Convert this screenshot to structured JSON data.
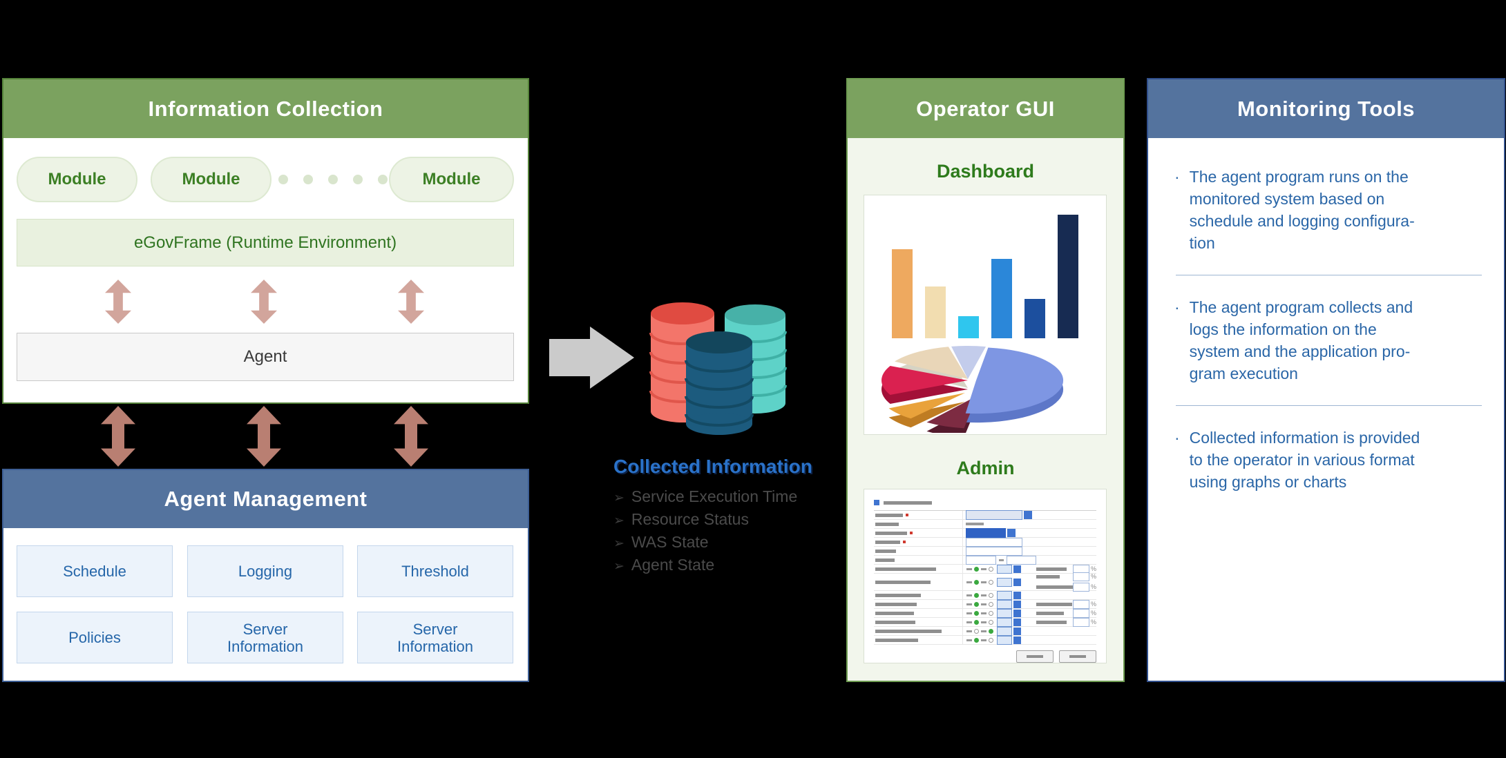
{
  "info_collection": {
    "title": "Information Collection",
    "modules": [
      "Module",
      "Module",
      "Module"
    ],
    "dots_count": 5,
    "runtime_label": "eGovFrame (Runtime Environment)",
    "agent_label": "Agent"
  },
  "agent_management": {
    "title": "Agent Management",
    "items": [
      "Schedule",
      "Logging",
      "Threshold",
      "Policies",
      "Server Information",
      "Server Information"
    ]
  },
  "collected_information": {
    "title": "Collected Information",
    "items": [
      "Service Execution Time",
      "Resource Status",
      "WAS State",
      "Agent State"
    ]
  },
  "operator_gui": {
    "title": "Operator GUI",
    "dashboard_label": "Dashboard",
    "admin_label": "Admin",
    "admin_preview": {
      "percent_sign": "%",
      "rows": [
        {
          "lw": 40,
          "ast": true,
          "mid": "select"
        },
        {
          "lw": 34,
          "mid": "text"
        },
        {
          "lw": 46,
          "ast": true,
          "mid": "select2"
        },
        {
          "lw": 36,
          "ast": true,
          "mid": "input"
        },
        {
          "lw": 30,
          "mid": "input"
        },
        {
          "lw": 28,
          "mid": "range"
        },
        {
          "lw": 88,
          "mid": "radio",
          "right": [
            {
              "lw": 44
            }
          ]
        },
        {
          "lw": 80,
          "mid": "radio",
          "right": [
            {
              "lw": 34
            },
            {
              "lw": 54
            }
          ]
        },
        {
          "lw": 66,
          "mid": "radio"
        },
        {
          "lw": 60,
          "mid": "radio",
          "right": [
            {
              "lw": 52
            }
          ]
        },
        {
          "lw": 56,
          "mid": "radio",
          "right": [
            {
              "lw": 40
            }
          ]
        },
        {
          "lw": 58,
          "mid": "radio",
          "right": [
            {
              "lw": 44
            }
          ]
        },
        {
          "lw": 96,
          "mid": "radioB"
        },
        {
          "lw": 62,
          "mid": "radio"
        }
      ],
      "buttons": 2
    }
  },
  "monitoring_tools": {
    "title": "Monitoring Tools",
    "bullets": [
      "The agent program runs on the\nmonitored system based on\nschedule and logging configura-\ntion",
      "The agent program collects and\nlogs the information on the\nsystem and the application pro-\ngram execution",
      "Collected information is provided\nto the operator in various format\nusing graphs or charts"
    ]
  },
  "chart_data": [
    {
      "type": "bar",
      "title": "Dashboard bar chart thumbnail (no axis labels shown)",
      "categories": [
        "1",
        "2",
        "3",
        "4",
        "5",
        "6"
      ],
      "values": [
        72,
        42,
        18,
        64,
        32,
        100
      ],
      "colors": [
        "#eea95f",
        "#f2ddb0",
        "#2fc6ee",
        "#2b87d9",
        "#1c4f9e",
        "#172b52"
      ],
      "ylim": [
        0,
        100
      ]
    },
    {
      "type": "pie",
      "title": "Dashboard pie chart thumbnail (3D exploded, no labels shown)",
      "slices": [
        {
          "label": "periwinkle-blue",
          "value": 49,
          "color": "#7e96e3"
        },
        {
          "label": "maroon",
          "value": 8,
          "color": "#7d2b42"
        },
        {
          "label": "orange",
          "value": 7,
          "color": "#e9a23b"
        },
        {
          "label": "crimson",
          "value": 15,
          "color": "#da2150"
        },
        {
          "label": "tan",
          "value": 14,
          "color": "#e9d6b8"
        },
        {
          "label": "lavender",
          "value": 7,
          "color": "#c3cceb"
        }
      ]
    }
  ],
  "palette": {
    "background": "#000000",
    "green_header": "#7ba25f",
    "green_border": "#55833a",
    "blue_header": "#54739e",
    "blue_border": "#3d5e94",
    "arrow_inside": "#d2a59c",
    "arrow_between": "#b97f72",
    "block_arrow_gray": "#cbcbcb",
    "db_red": "#f3756a",
    "db_teal": "#5ed2c8",
    "db_navy": "#1c5b7e",
    "collected_title_blue": "#2a72c9",
    "monitoring_text_blue": "#2a66a7"
  }
}
